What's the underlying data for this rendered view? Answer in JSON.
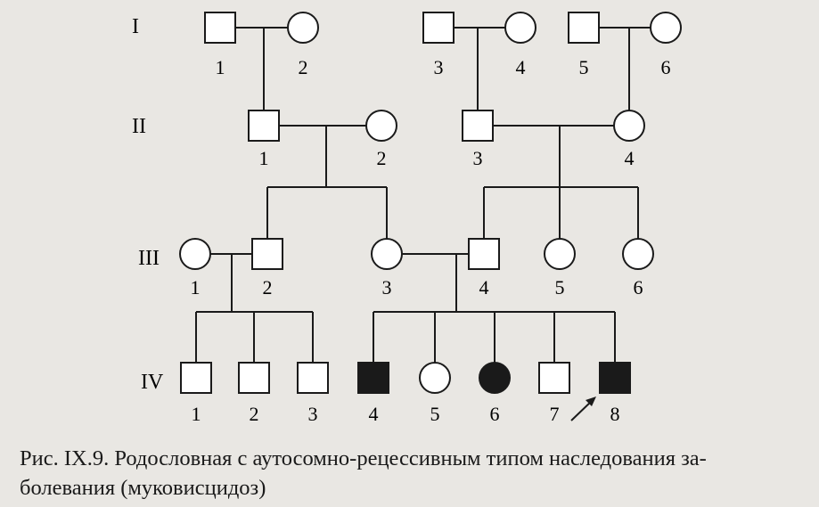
{
  "generations": [
    {
      "label": "I",
      "members": [
        {
          "id": "I-1",
          "num": "1",
          "sex": "male",
          "affected": false
        },
        {
          "id": "I-2",
          "num": "2",
          "sex": "female",
          "affected": false
        },
        {
          "id": "I-3",
          "num": "3",
          "sex": "male",
          "affected": false
        },
        {
          "id": "I-4",
          "num": "4",
          "sex": "female",
          "affected": false
        },
        {
          "id": "I-5",
          "num": "5",
          "sex": "male",
          "affected": false
        },
        {
          "id": "I-6",
          "num": "6",
          "sex": "female",
          "affected": false
        }
      ]
    },
    {
      "label": "II",
      "members": [
        {
          "id": "II-1",
          "num": "1",
          "sex": "male",
          "affected": false
        },
        {
          "id": "II-2",
          "num": "2",
          "sex": "female",
          "affected": false
        },
        {
          "id": "II-3",
          "num": "3",
          "sex": "male",
          "affected": false
        },
        {
          "id": "II-4",
          "num": "4",
          "sex": "female",
          "affected": false
        }
      ]
    },
    {
      "label": "III",
      "members": [
        {
          "id": "III-1",
          "num": "1",
          "sex": "female",
          "affected": false
        },
        {
          "id": "III-2",
          "num": "2",
          "sex": "male",
          "affected": false
        },
        {
          "id": "III-3",
          "num": "3",
          "sex": "female",
          "affected": false
        },
        {
          "id": "III-4",
          "num": "4",
          "sex": "male",
          "affected": false
        },
        {
          "id": "III-5",
          "num": "5",
          "sex": "female",
          "affected": false
        },
        {
          "id": "III-6",
          "num": "6",
          "sex": "female",
          "affected": false
        }
      ]
    },
    {
      "label": "IV",
      "members": [
        {
          "id": "IV-1",
          "num": "1",
          "sex": "male",
          "affected": false
        },
        {
          "id": "IV-2",
          "num": "2",
          "sex": "male",
          "affected": false
        },
        {
          "id": "IV-3",
          "num": "3",
          "sex": "male",
          "affected": false
        },
        {
          "id": "IV-4",
          "num": "4",
          "sex": "male",
          "affected": true
        },
        {
          "id": "IV-5",
          "num": "5",
          "sex": "female",
          "affected": false
        },
        {
          "id": "IV-6",
          "num": "6",
          "sex": "female",
          "affected": true
        },
        {
          "id": "IV-7",
          "num": "7",
          "sex": "male",
          "affected": false
        },
        {
          "id": "IV-8",
          "num": "8",
          "sex": "male",
          "affected": true,
          "proband": true
        }
      ]
    }
  ],
  "caption": {
    "line1": "Рис. IX.9. Родословная с аутосомно-рецессивным типом наследования за-",
    "line2": "болевания (муковисцидоз)"
  }
}
